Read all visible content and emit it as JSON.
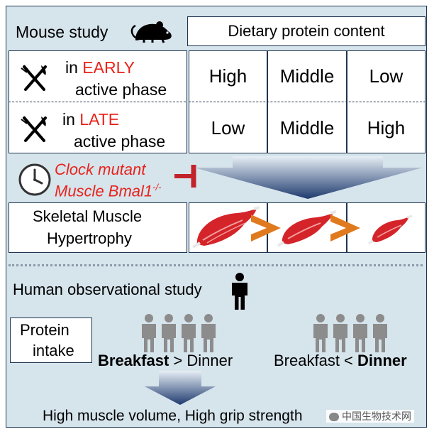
{
  "mouse_study": {
    "title": "Mouse study",
    "diet_header": "Dietary protein content",
    "rows": [
      {
        "prefix": "in ",
        "phase": "EARLY",
        "suffix": "active phase",
        "levels": [
          "High",
          "Middle",
          "Low"
        ]
      },
      {
        "prefix": "in ",
        "phase": "LATE",
        "suffix": "active phase",
        "levels": [
          "Low",
          "Middle",
          "High"
        ]
      }
    ],
    "inhibitors": {
      "line1": "Clock mutant",
      "line2": "Muscle Bmal1",
      "line2_sup": "-/-"
    },
    "outcome": {
      "line1": "Skeletal Muscle",
      "line2": "Hypertrophy"
    },
    "comparison_symbols": [
      ">",
      ">"
    ]
  },
  "human_study": {
    "title": "Human observational study",
    "protein_box": {
      "line1": "Protein",
      "line2": "intake"
    },
    "group1": {
      "bold": "Breakfast",
      "op": " > ",
      "rest": "Dinner"
    },
    "group2": {
      "rest": "Breakfast",
      "op": " < ",
      "bold": "Dinner"
    },
    "result": "High muscle volume, High grip strength"
  },
  "watermark": "中国生物技术网",
  "colors": {
    "panel": "#d6e4ec",
    "border": "#1f3550",
    "red": "#e8231b",
    "arrow_dark": "#1e3a6e",
    "arrow_light": "#e7eef5",
    "chevron": "#e07a1f",
    "muscle": "#d4242a",
    "person": "#8c8c8c"
  },
  "icons": [
    "mouse-icon",
    "fork-knife-icon",
    "clock-icon",
    "inhibit-icon",
    "muscle-icon",
    "person-icon"
  ]
}
